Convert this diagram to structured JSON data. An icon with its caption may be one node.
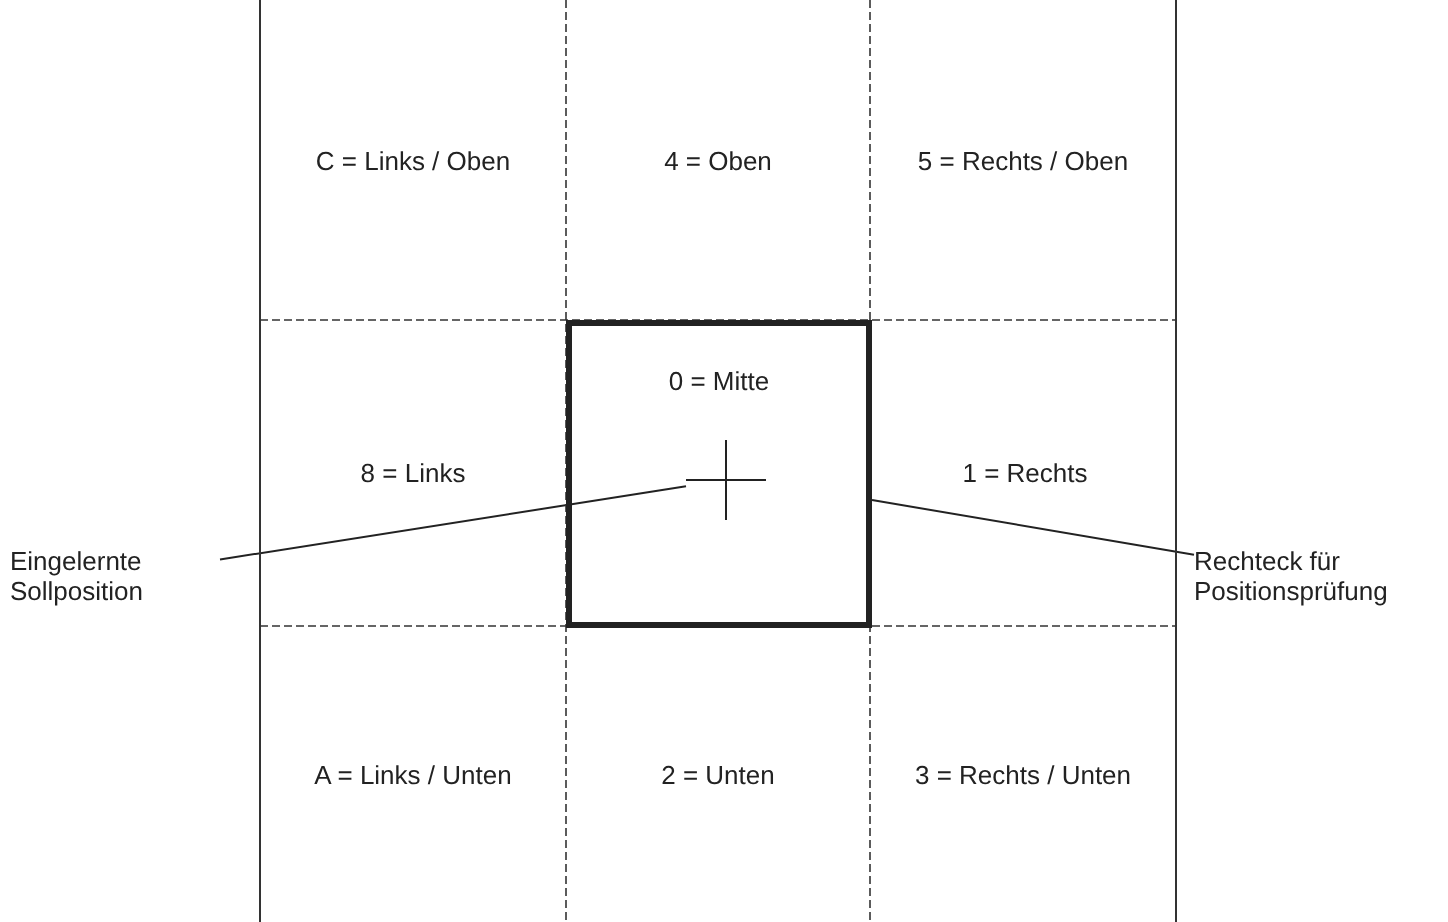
{
  "diagram": {
    "nodes": [
      {
        "text": [
          "C = Links / Oben"
        ]
      },
      {
        "text": [
          "4 = Oben"
        ]
      },
      {
        "text": [
          "5 = Rechts / Oben"
        ]
      },
      {
        "text": [
          "8 = Links"
        ]
      },
      {
        "text": [
          "0 = Mitte"
        ]
      },
      {
        "text": [],
        "shape": "cross",
        "in": 4
      },
      {
        "text": [
          "1 = Rechts"
        ]
      },
      {
        "text": [
          "Eingelernte Sollposition"
        ]
      },
      {
        "text": [
          "Rechteck für Positionsprüfung"
        ]
      },
      {
        "text": [
          "A = Links / Unten"
        ]
      },
      {
        "text": [
          "2 = Unten"
        ]
      },
      {
        "text": [
          "3 = Rechts / Unten"
        ]
      }
    ],
    "edges": [
      {
        "from": 7,
        "to": 5,
        "arrow": "none"
      },
      {
        "from": 8,
        "to": 4,
        "arrow": "none"
      }
    ]
  }
}
